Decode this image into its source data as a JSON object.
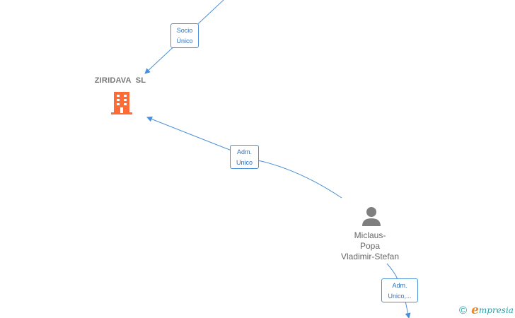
{
  "nodes": {
    "company": {
      "name": "ZIRIDAVA  SL",
      "icon": "building-icon",
      "color": "#ff6b35"
    },
    "person": {
      "name_lines": [
        "Miclaus-",
        "Popa",
        "Vladimir-Stefan"
      ],
      "icon": "person-icon",
      "color": "#7f7f7f"
    }
  },
  "edges": {
    "socio_unico": {
      "line1": "Socio",
      "line2": "Único"
    },
    "adm_unico": {
      "line1": "Adm.",
      "line2": "Unico"
    },
    "adm_unico_2": {
      "line1": "Adm.",
      "line2": "Unico,..."
    }
  },
  "colors": {
    "edge": "#4a90d9",
    "brand_e": "#f08a1c",
    "brand_text": "#2aa0a8"
  },
  "brand": {
    "copyright": "©",
    "first_letter": "e",
    "rest": "mpresia"
  }
}
